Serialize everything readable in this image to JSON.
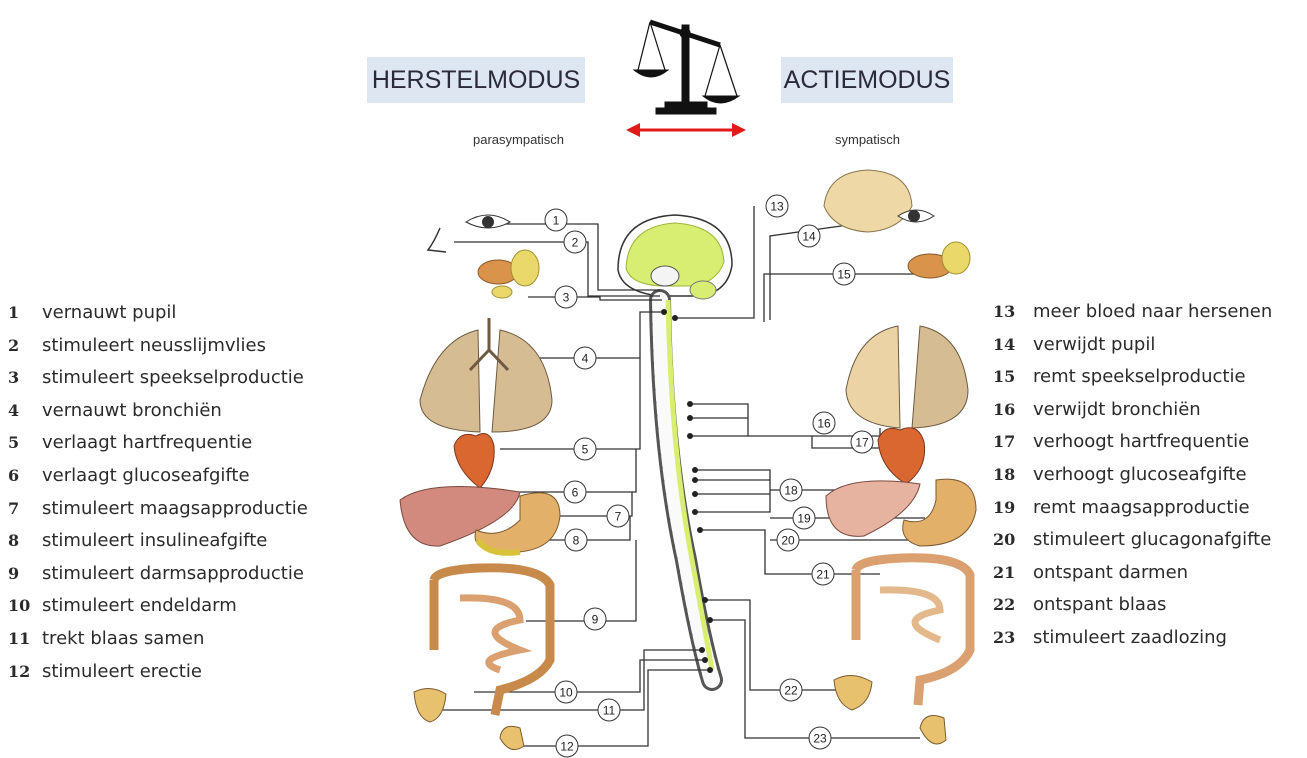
{
  "header": {
    "left_mode": "HERSTELMODUS",
    "right_mode": "ACTIEMODUS",
    "left_sub": "parasympatisch",
    "right_sub": "sympatisch"
  },
  "colors": {
    "mode_box": "#dde6f1",
    "arrow": "#e11919",
    "brain_stem": "#d8ee72",
    "nerve_line": "#333333"
  },
  "icons": [
    "balance-scale-icon",
    "double-arrow-icon"
  ],
  "legend_left": [
    {
      "num": "1",
      "text": "vernauwt pupil"
    },
    {
      "num": "2",
      "text": "stimuleert neusslijmvlies"
    },
    {
      "num": "3",
      "text": "stimuleert speekselproductie"
    },
    {
      "num": "4",
      "text": "vernauwt bronchiën"
    },
    {
      "num": "5",
      "text": "verlaagt hartfrequentie"
    },
    {
      "num": "6",
      "text": "verlaagt glucoseafgifte"
    },
    {
      "num": "7",
      "text": "stimuleert maagsapproductie"
    },
    {
      "num": "8",
      "text": "stimuleert insulineafgifte"
    },
    {
      "num": "9",
      "text": "stimuleert darmsapproductie"
    },
    {
      "num": "10",
      "text": "stimuleert endeldarm"
    },
    {
      "num": "11",
      "text": "trekt blaas samen"
    },
    {
      "num": "12",
      "text": "stimuleert erectie"
    }
  ],
  "legend_right": [
    {
      "num": "13",
      "text": "meer bloed naar hersenen"
    },
    {
      "num": "14",
      "text": "verwijdt pupil"
    },
    {
      "num": "15",
      "text": "remt speekselproductie"
    },
    {
      "num": "16",
      "text": "verwijdt bronchiën"
    },
    {
      "num": "17",
      "text": "verhoogt hartfrequentie"
    },
    {
      "num": "18",
      "text": "verhoogt glucoseafgifte"
    },
    {
      "num": "19",
      "text": "remt maagsapproductie"
    },
    {
      "num": "20",
      "text": "stimuleert glucagonafgifte"
    },
    {
      "num": "21",
      "text": "ontspant darmen"
    },
    {
      "num": "22",
      "text": "ontspant blaas"
    },
    {
      "num": "23",
      "text": "stimuleert zaadlozing"
    }
  ]
}
